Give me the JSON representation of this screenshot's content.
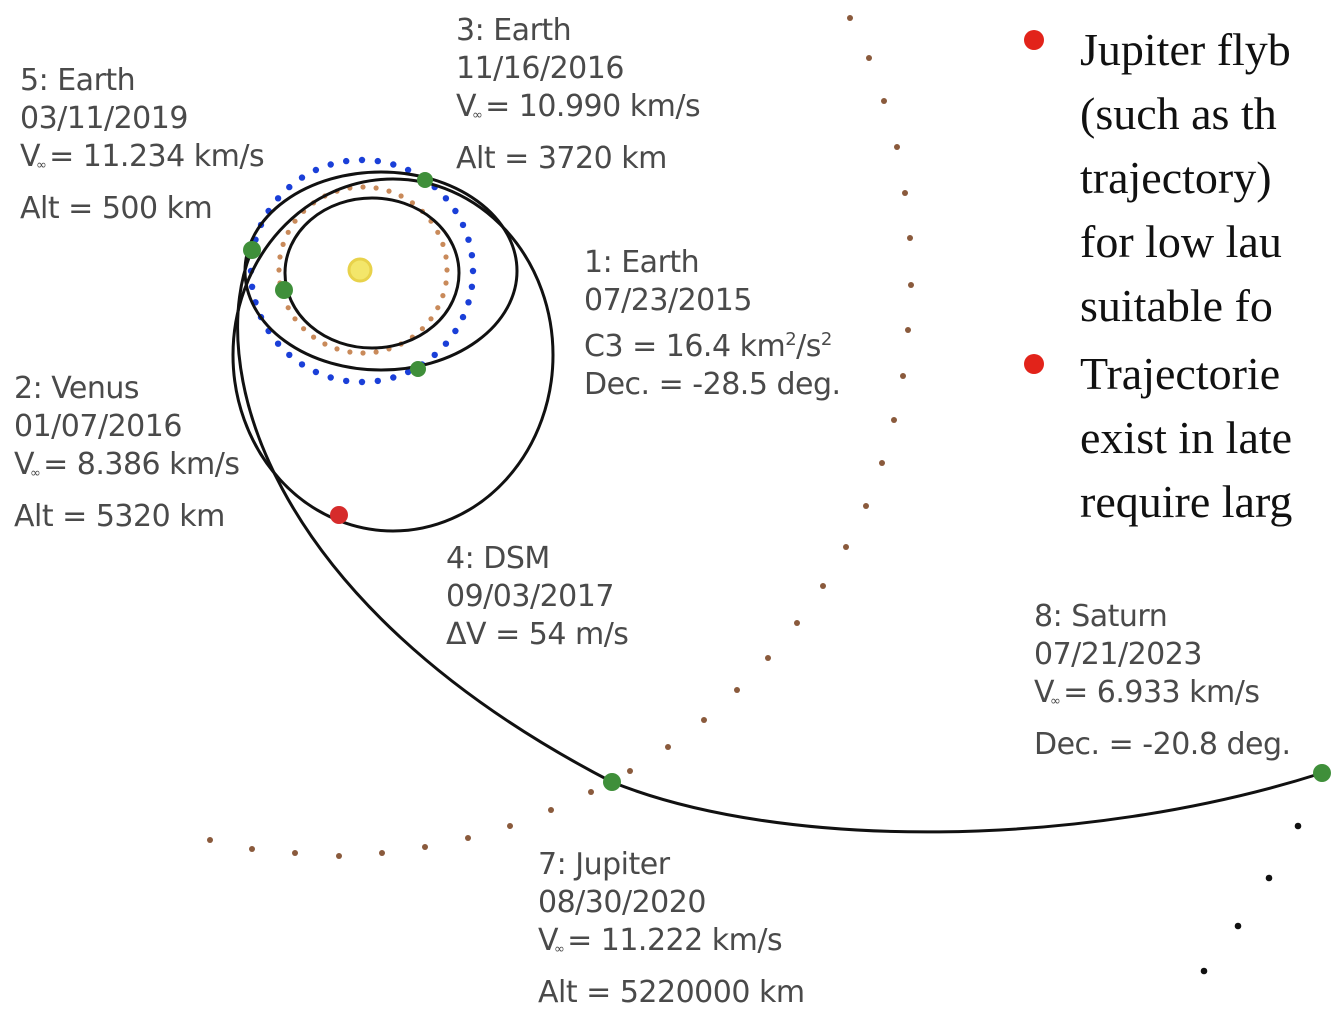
{
  "labels": {
    "earth5": {
      "name": "5: Earth",
      "date": "03/11/2019",
      "v_prefix": "V",
      "v_suffix": " = 11.234 km/s",
      "inf": "∞",
      "alt": "Alt = 500 km"
    },
    "earth3": {
      "name": "3: Earth",
      "date": "11/16/2016",
      "v_prefix": "V",
      "v_suffix": " = 10.990 km/s",
      "inf": "∞",
      "alt": "Alt = 3720 km"
    },
    "earth1": {
      "name": "1: Earth",
      "date": "07/23/2015",
      "c3_prefix": "C3 = 16.4 km",
      "c3_exp1": "2",
      "c3_mid": "/s",
      "c3_exp2": "2",
      "dec": "Dec. = -28.5 deg."
    },
    "venus2": {
      "name": "2: Venus",
      "date": "01/07/2016",
      "v_prefix": "V",
      "v_suffix": " = 8.386 km/s",
      "inf": "∞",
      "alt": "Alt = 5320 km"
    },
    "dsm4": {
      "name": "4: DSM",
      "date": "09/03/2017",
      "dv": "ΔV = 54 m/s"
    },
    "saturn8": {
      "name": "8: Saturn",
      "date": "07/21/2023",
      "v_prefix": "V",
      "v_suffix": " = 6.933 km/s",
      "inf": "∞",
      "dec": "Dec. = -20.8 deg."
    },
    "jupiter7": {
      "name": "7: Jupiter",
      "date": "08/30/2020",
      "v_prefix": "V",
      "v_suffix": " = 11.222 km/s",
      "inf": "∞",
      "alt": "Alt = 5220000 km"
    }
  },
  "bullets": [
    {
      "lines": [
        "Jupiter flyb",
        "(such as th",
        "trajectory)",
        "for low lau",
        "suitable fo"
      ]
    },
    {
      "lines": [
        "Trajectorie",
        "exist in late",
        "require larg"
      ]
    }
  ],
  "colors": {
    "sun": "#f3e66a",
    "earth_orbit": "#1a3fd8",
    "venus_orbit": "#c98a5a",
    "outer_orbits": "#8a5a3c",
    "saturn_orbit": "#111111",
    "trajectory": "#111111",
    "planet_marker": "#3f8f3a",
    "dsm_marker": "#d62b2b",
    "bullet": "#e2231a",
    "label_text": "#4a4a4a"
  }
}
